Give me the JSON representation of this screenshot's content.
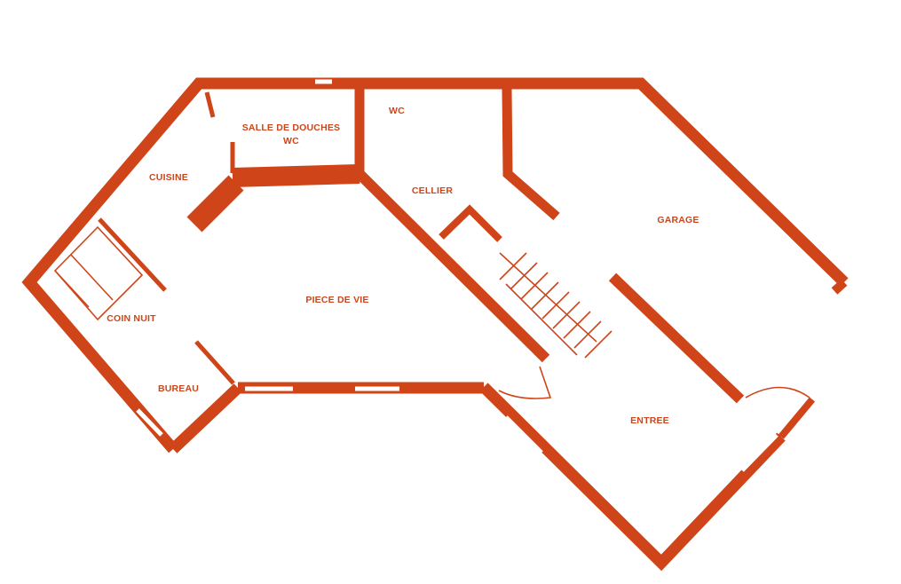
{
  "colors": {
    "wall": "#cf4519",
    "background": "#ffffff",
    "window": "#ffffff"
  },
  "rooms": {
    "salle_de_douches_line1": "SALLE DE DOUCHES",
    "salle_de_douches_line2": "WC",
    "wc": "WC",
    "cuisine": "CUISINE",
    "cellier": "CELLIER",
    "garage": "GARAGE",
    "piece_de_vie": "PIECE DE VIE",
    "coin_nuit": "COIN NUIT",
    "bureau": "BUREAU",
    "entree": "ENTREE"
  }
}
